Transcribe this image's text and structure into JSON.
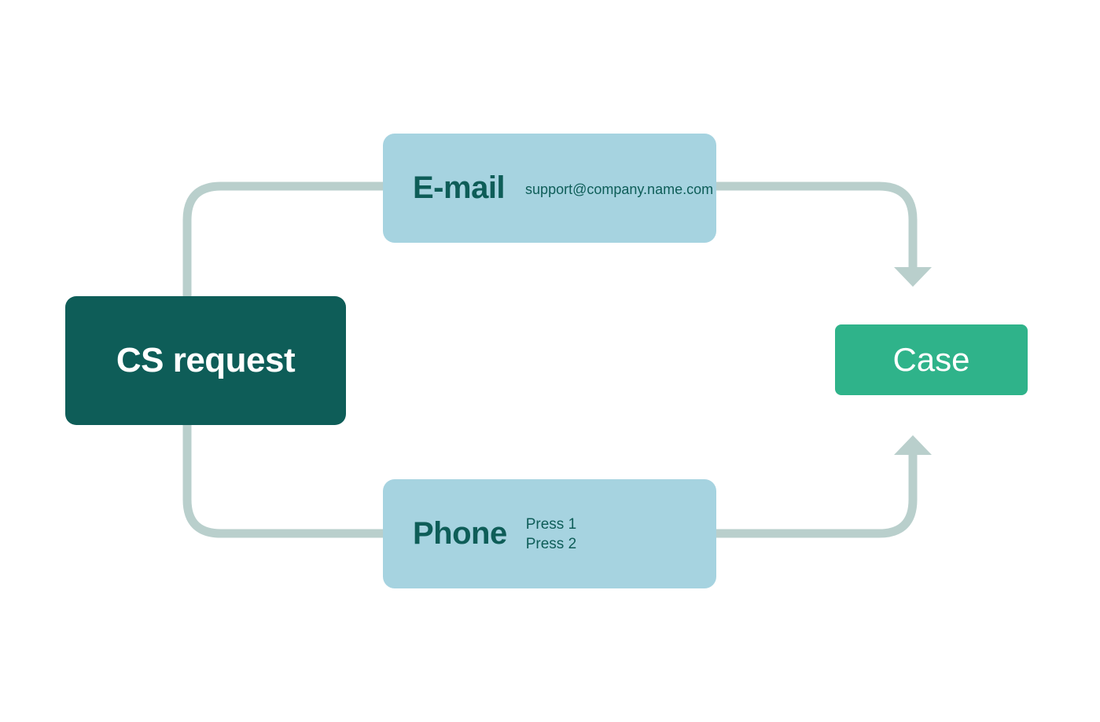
{
  "diagram": {
    "nodes": {
      "cs_request": {
        "label": "CS request"
      },
      "email": {
        "label": "E-mail",
        "detail": "support@company.name.com"
      },
      "phone": {
        "label": "Phone",
        "options": [
          "Press 1",
          "Press 2"
        ]
      },
      "case": {
        "label": "Case"
      }
    },
    "connections": [
      {
        "from": "CS request",
        "to": "E-mail",
        "arrow": false
      },
      {
        "from": "E-mail",
        "to": "Case",
        "arrow": true
      },
      {
        "from": "CS request",
        "to": "Phone",
        "arrow": false
      },
      {
        "from": "Phone",
        "to": "Case",
        "arrow": true
      }
    ],
    "colors": {
      "background": "#ffffff",
      "cs_request_bg": "#0e5d58",
      "email_bg": "#a6d3e0",
      "phone_bg": "#a6d3e0",
      "case_bg": "#2fb38a",
      "connector": "#b9cfcc",
      "label_on_dark": "#ffffff",
      "label_on_light": "#0e5d58"
    }
  }
}
